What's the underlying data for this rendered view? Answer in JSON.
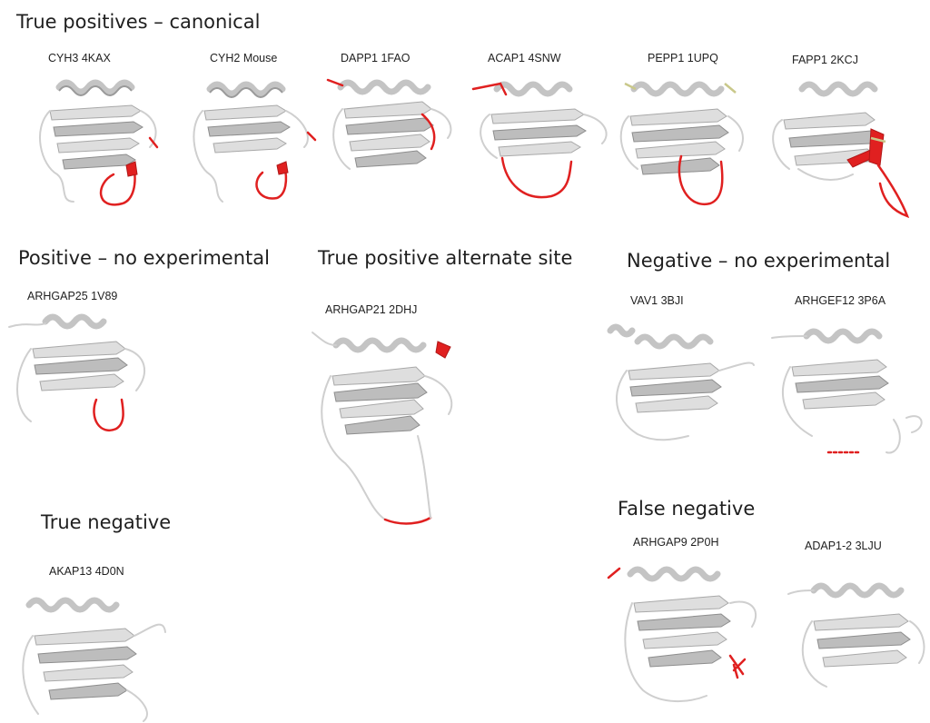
{
  "sections": {
    "true_pos": "True positives – canonical",
    "pos_noexp": "Positive – no experimental",
    "alt_site": "True positive alternate site",
    "neg_noexp": "Negative – no experimental",
    "true_neg": "True negative",
    "false_neg": "False negative"
  },
  "labels": {
    "cyh3": "CYH3 4KAX",
    "cyh2": "CYH2 Mouse",
    "dapp1": "DAPP1 1FAO",
    "acap1": "ACAP1 4SNW",
    "pepp1": "PEPP1 1UPQ",
    "fapp1": "FAPP1 2KCJ",
    "arhgap25": "ARHGAP25 1V89",
    "arhgap21": "ARHGAP21 2DHJ",
    "vav1": "VAV1 3BJI",
    "arhgef12": "ARHGEF12 3P6A",
    "akap13": "AKAP13 4D0N",
    "arhgap9": "ARHGAP9 2P0H",
    "adap1": "ADAP1-2 3LJU"
  },
  "colors": {
    "highlight": "#e02020",
    "ribbon": "#d8d8d8",
    "minor": "#c9c88a"
  }
}
